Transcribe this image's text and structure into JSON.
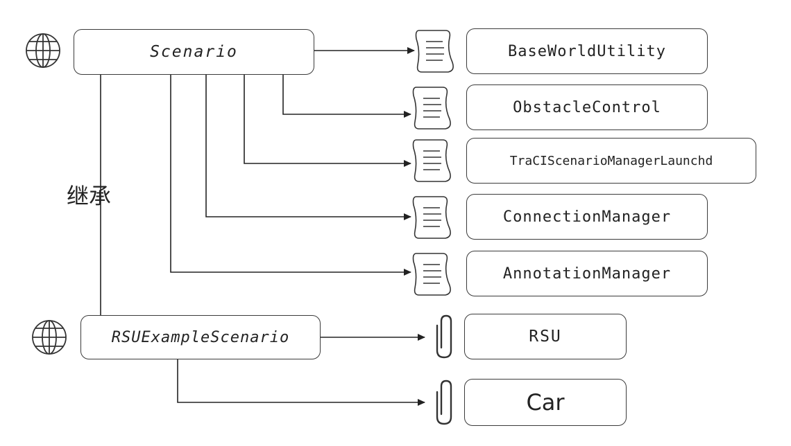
{
  "nodes": {
    "scenario": "Scenario",
    "rsu_example_scenario": "RSUExampleScenario",
    "base_world_utility": "BaseWorldUtility",
    "obstacle_control": "ObstacleControl",
    "traci_scenario_manager": "TraCIScenarioManagerLaunchd",
    "connection_manager": "ConnectionManager",
    "annotation_manager": "AnnotationManager",
    "rsu": "RSU",
    "car": "Car"
  },
  "inherit_label": "继承",
  "icons": {
    "scenario_icon": "globe-icon",
    "rsu_example_icon": "globe-icon",
    "module_icon": "document-icon",
    "submodule_icon": "paperclip-icon"
  },
  "colors": {
    "line": "#222222",
    "border": "#3a3a3a"
  }
}
